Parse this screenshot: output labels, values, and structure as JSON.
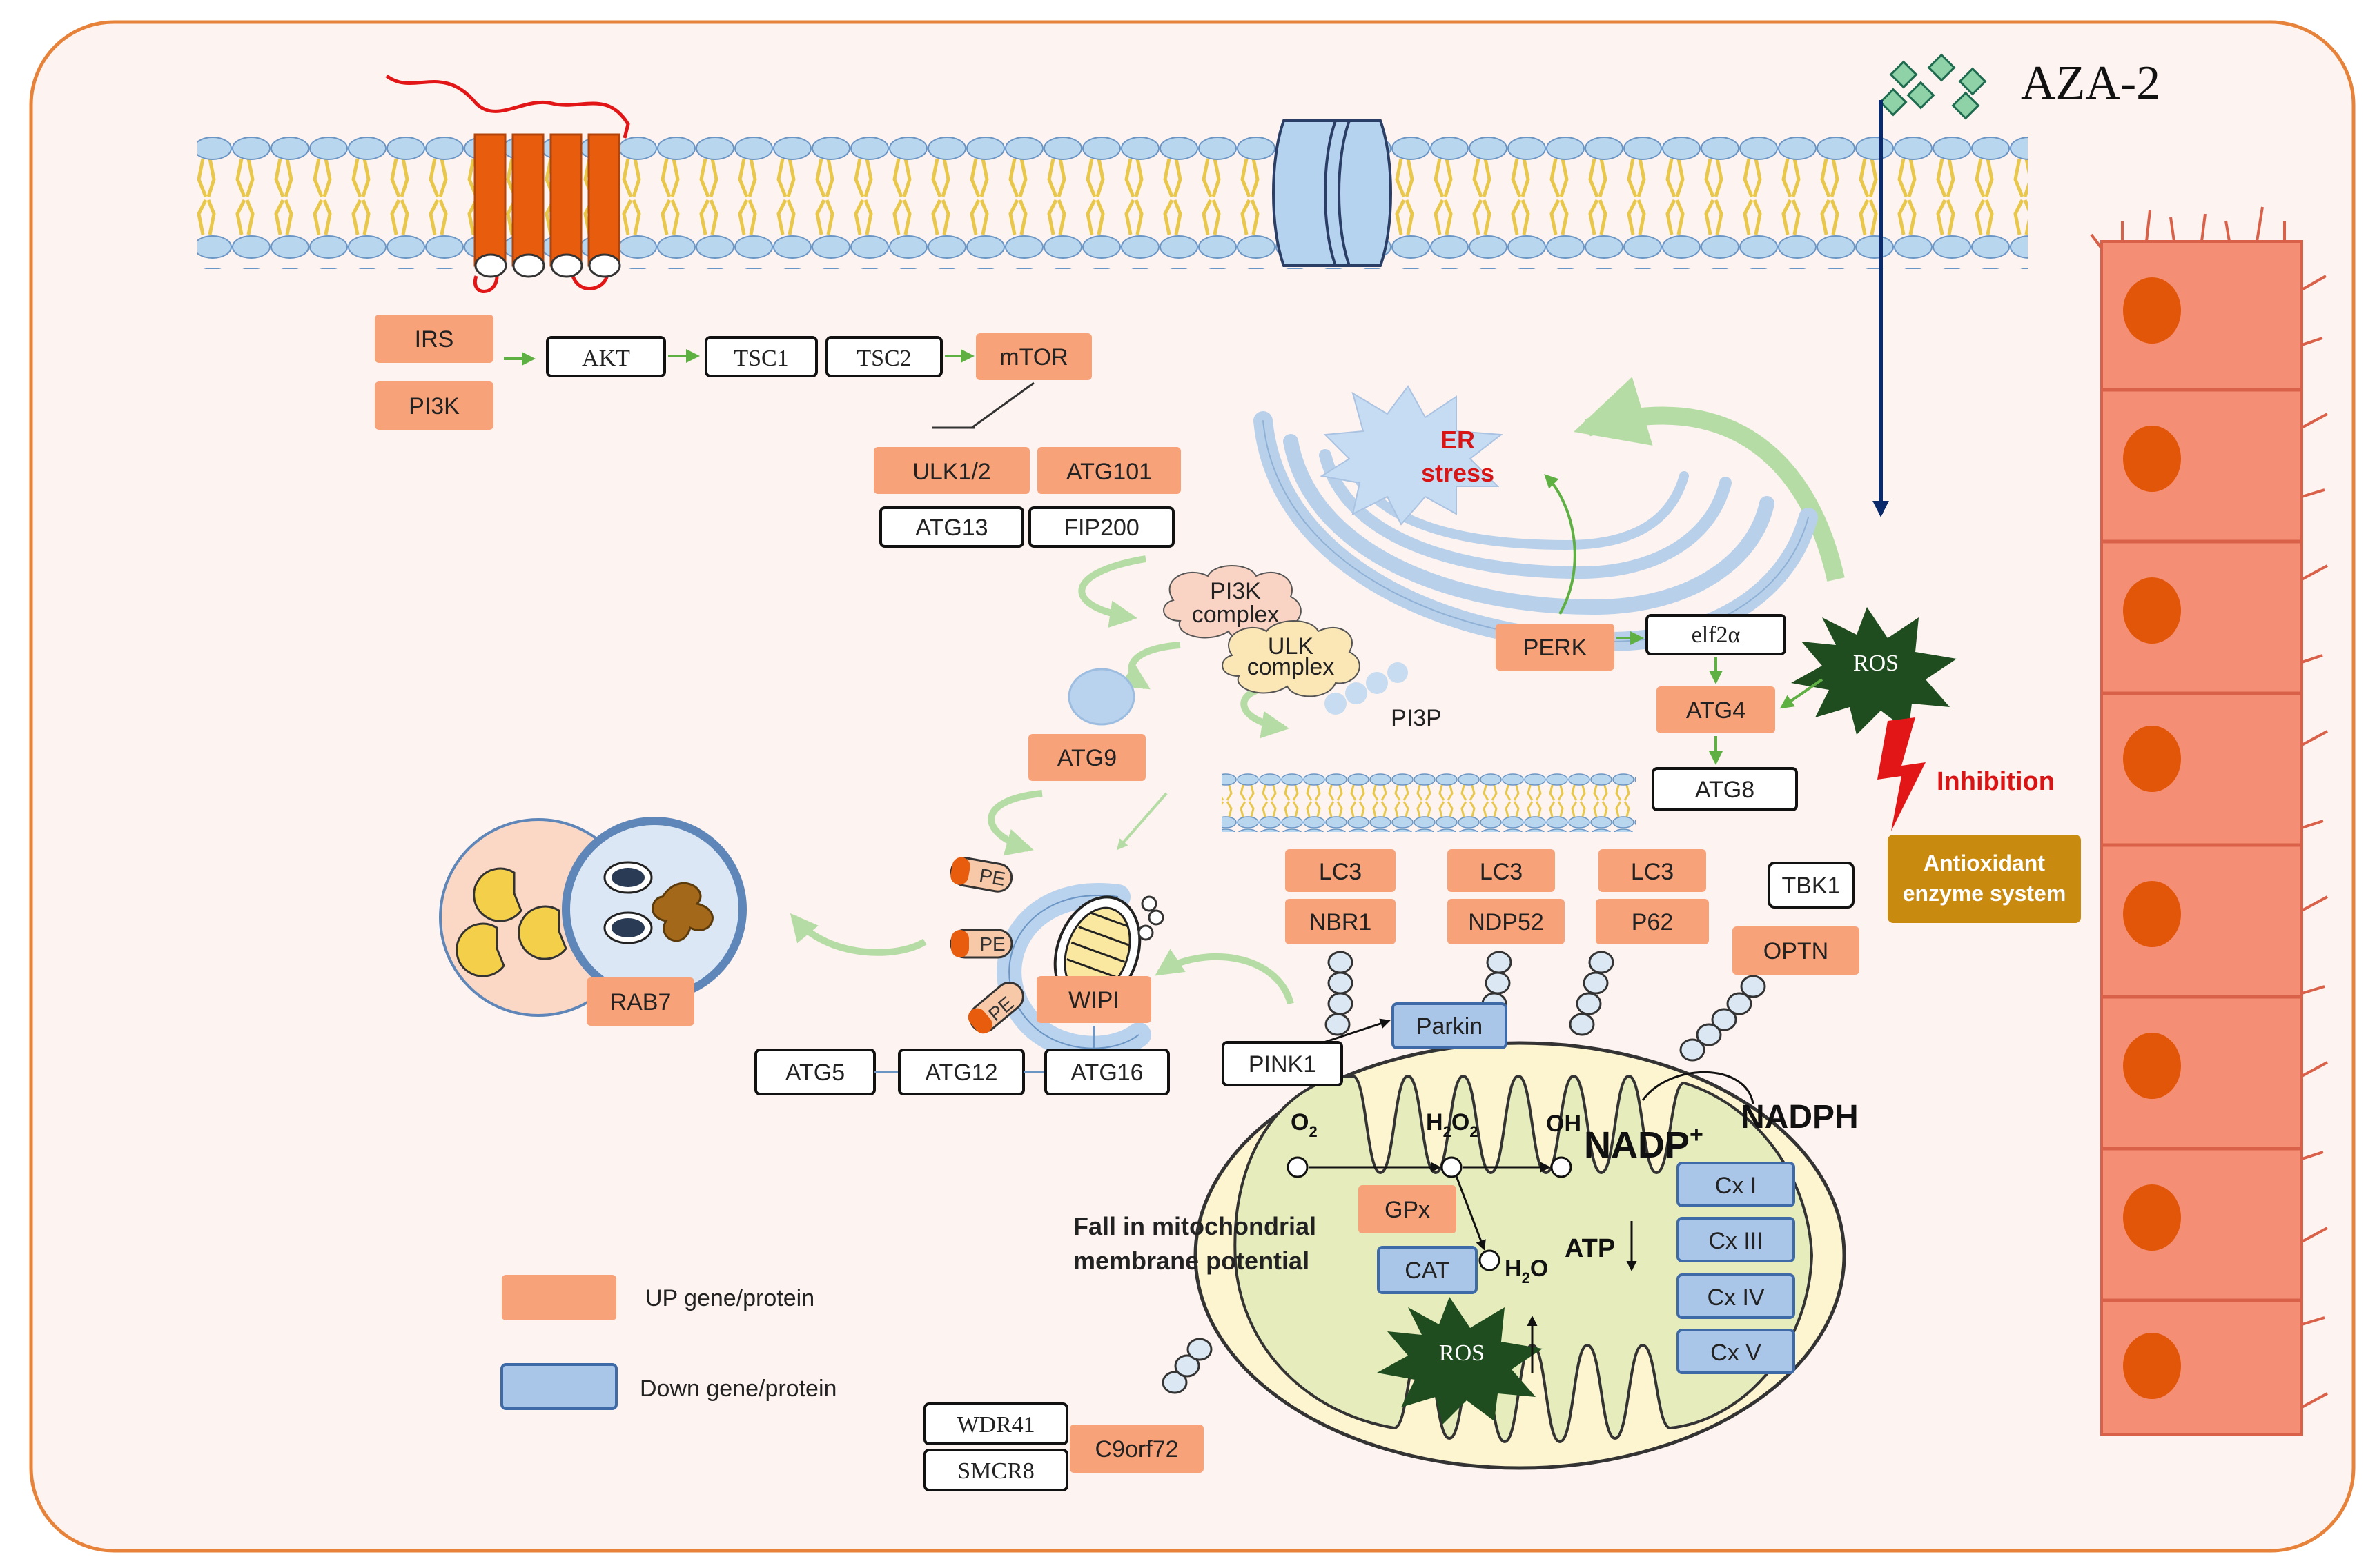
{
  "drug": "AZA-2",
  "colors": {
    "up": "#f8a27a",
    "down": "#a9c5e8",
    "background": "#fdf3f0",
    "border": "#e7823a",
    "ros": "#1f4d1f",
    "er_stress_text": "#d81414",
    "inhibition_text": "#d81414",
    "antioxidant": "#c98a10"
  },
  "signaling": {
    "irs": "IRS",
    "pi3k": "PI3K",
    "akt": "AKT",
    "tsc1": "TSC1",
    "tsc2": "TSC2",
    "mtor": "mTOR"
  },
  "ulk_complex": {
    "ulk12": "ULK1/2",
    "atg101": "ATG101",
    "atg13": "ATG13",
    "fip200": "FIP200"
  },
  "complexes": {
    "pi3k_complex": [
      "PI3K",
      "complex"
    ],
    "ulk_complex": [
      "ULK",
      "complex"
    ]
  },
  "er": {
    "er_stress": [
      "ER",
      "stress"
    ],
    "perk": "PERK",
    "elf2a": "elf2α",
    "pi3p": "PI3P"
  },
  "atg_chain": {
    "atg4": "ATG4",
    "atg8": "ATG8",
    "atg9": "ATG9",
    "wipi": "WIPI",
    "atg5": "ATG5",
    "atg12": "ATG12",
    "atg16": "ATG16",
    "pe": "PE"
  },
  "ros_label": "ROS",
  "inhibition": "Inhibition",
  "antioxidant": [
    "Antioxidant",
    "enzyme system"
  ],
  "receptors": {
    "lc3": "LC3",
    "nbr1": "NBR1",
    "ndp52": "NDP52",
    "p62": "P62",
    "tbk1": "TBK1",
    "optn": "OPTN"
  },
  "lysosome": {
    "rab7": "RAB7"
  },
  "mitochondrion": {
    "pink1": "PINK1",
    "parkin": "Parkin",
    "o2": [
      "O",
      "2"
    ],
    "h2o2": [
      "H",
      "2",
      "O",
      "2"
    ],
    "oh": "OH",
    "nadp": [
      "NADP",
      "+"
    ],
    "nadph": "NADPH",
    "gpx": "GPx",
    "cat": "CAT",
    "h2o": [
      "H",
      "2",
      "O"
    ],
    "atp": "ATP",
    "membrane_potential": [
      "Fall in mitochondrial",
      "membrane potential"
    ],
    "complexes": [
      "Cx I",
      "Cx III",
      "Cx IV",
      "Cx V"
    ]
  },
  "c9": {
    "wdr41": "WDR41",
    "smcr8": "SMCR8",
    "c9orf72": "C9orf72"
  },
  "legend": {
    "up": "UP gene/protein",
    "down": "Down gene/protein"
  }
}
